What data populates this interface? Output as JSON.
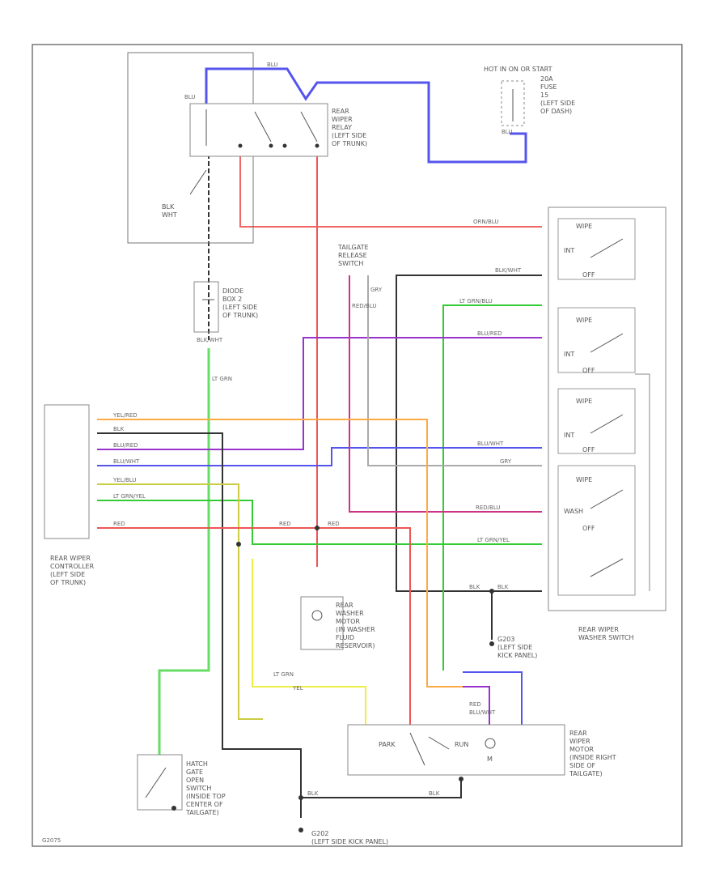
{
  "colors": {
    "frame": "#777777",
    "blu": "#5555ee",
    "red": "#ee5555",
    "pink": "#ee6666",
    "blk": "#333333",
    "ltgrn": "#66dd66",
    "green": "#33cc33",
    "purple": "#9933cc",
    "orange": "#ffaa44",
    "yellow": "#eeee44",
    "gray": "#aaaaaa",
    "tan": "#bbbb66"
  },
  "labels": {
    "power": "HOT IN ON OR START",
    "fuse": [
      "20A",
      "FUSE",
      "15",
      "(LEFT SIDE",
      "OF DASH)"
    ],
    "relay": [
      "REAR",
      "WIPER",
      "RELAY",
      "(LEFT SIDE",
      "OF TRUNK)"
    ],
    "rearwiper_unit": [
      "BLK",
      "WHT"
    ],
    "diode": [
      "DIODE",
      "BOX 2",
      "(LEFT SIDE",
      "OF TRUNK)"
    ],
    "controller": [
      "REAR WIPER",
      "CONTROLLER",
      "(LEFT SIDE",
      "OF TRUNK)"
    ],
    "tailgate_release": [
      "TAILGATE",
      "RELEASE",
      "SWITCH"
    ],
    "washer_motor": [
      "REAR",
      "WASHER",
      "MOTOR",
      "(IN WASHER",
      "FLUID",
      "RESERVOIR)"
    ],
    "g_left": [
      "G203",
      "(LEFT SIDE",
      "KICK PANEL)"
    ],
    "wiper_motor": [
      "REAR",
      "WIPER",
      "MOTOR",
      "(INSIDE RIGHT",
      "SIDE OF",
      "TAILGATE)"
    ],
    "switch_title": [
      "REAR WIPER",
      "WASHER SWITCH"
    ],
    "hatch_switch": [
      "HATCH",
      "GATE",
      "OPEN",
      "SWITCH",
      "(INSIDE TOP",
      "CENTER OF",
      "TAILGATE)"
    ],
    "g_bottom": "G202",
    "g_bottom_loc": "(LEFT SIDE KICK PANEL)",
    "park": "PARK",
    "run": "RUN",
    "m": "M",
    "sw_labels": [
      "WIPE",
      "INT",
      "OFF",
      "WIPE",
      "INT",
      "OFF",
      "WIPE",
      "INT",
      "OFF",
      "WIPE",
      "WASH",
      "OFF"
    ],
    "wire_labels": [
      "BLU",
      "BLU",
      "BLU",
      "ORN/BLU",
      "BLK/WHT",
      "LT GRN/BLU",
      "BLU/RED",
      "BLU/WHT",
      "GRY",
      "RED/BLU",
      "LT GRN/YEL",
      "BLK",
      "BLK",
      "YEL/RED",
      "BLK",
      "BLU/RED",
      "BLU/WHT",
      "YEL/BLU",
      "LT GRN/YEL",
      "RED",
      "RED",
      "RED",
      "LT GRN",
      "YEL",
      "BLK",
      "BLK",
      "RED",
      "BLU/WHT",
      "BLK/WHT",
      "GRY",
      "RED/BLU",
      "LT GRN"
    ],
    "misc": "G2075"
  }
}
